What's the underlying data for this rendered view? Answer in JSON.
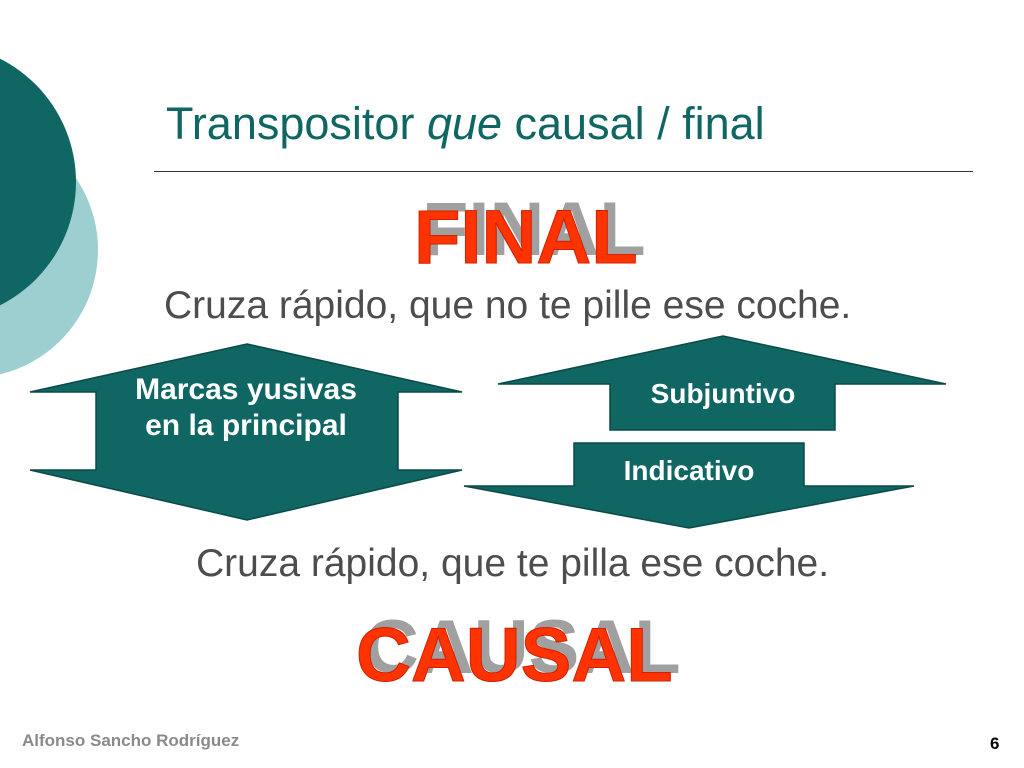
{
  "slide": {
    "title_part1": "Transpositor ",
    "title_em": "que",
    "title_part2": " causal / final",
    "final_word": "FINAL",
    "causal_word": "CAUSAL",
    "sentence_final": "Cruza rápido, que no te pille ese coche.",
    "sentence_causal": "Cruza rápido, que te pilla ese coche.",
    "marcas_label": "Marcas yusivas en la principal",
    "subjuntivo_label": "Subjuntivo",
    "indicativo_label": "Indicativo",
    "author": "Alfonso Sancho Rodríguez",
    "page_number": "6"
  },
  "colors": {
    "teal_dark": "#0f6663",
    "teal_light": "#9ecfd0",
    "accent_red": "#ff3300",
    "shadow_gray": "#a0a0a0"
  }
}
